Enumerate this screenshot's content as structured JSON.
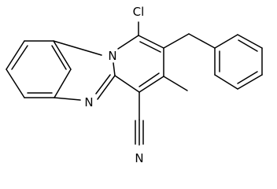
{
  "molecule": {
    "atoms": {
      "chlorine": "Cl",
      "ring_nitrogen": "N",
      "imidazole_nitrogen": "N",
      "nitrile_nitrogen": "N"
    }
  },
  "colors": {
    "bond": "#000000",
    "label": "#000000",
    "background": "#ffffff"
  }
}
